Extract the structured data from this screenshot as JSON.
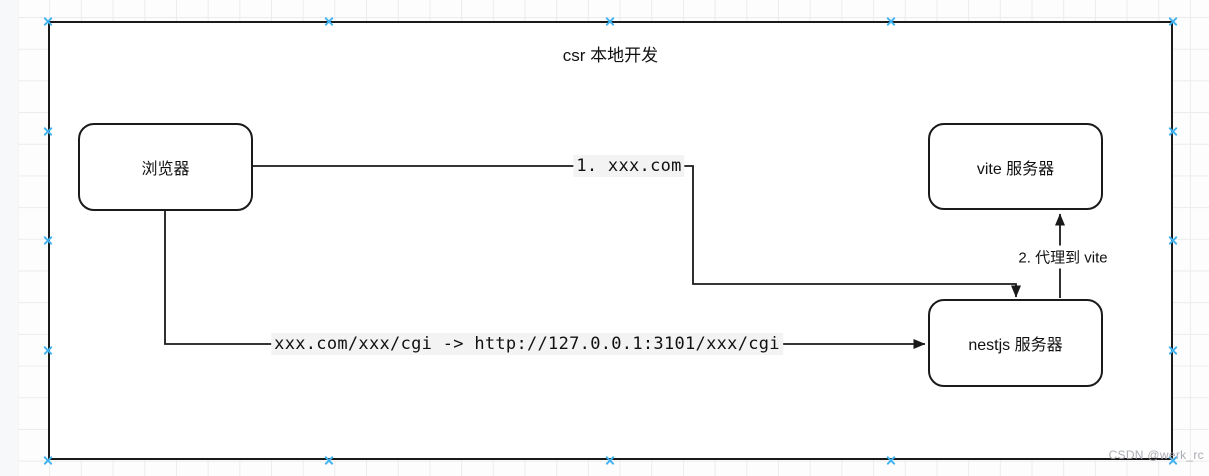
{
  "diagram": {
    "title": "csr 本地开发",
    "nodes": [
      {
        "id": "browser",
        "label": "浏览器"
      },
      {
        "id": "vite",
        "label": "vite 服务器"
      },
      {
        "id": "nestjs",
        "label": "nestjs 服务器"
      }
    ],
    "edges": [
      {
        "id": "request-domain",
        "from": "browser",
        "to": "nestjs",
        "label": "1. xxx.com"
      },
      {
        "id": "proxy-to-vite",
        "from": "nestjs",
        "to": "vite",
        "label": "2. 代理到 vite"
      },
      {
        "id": "cgi-rewrite",
        "from": "browser",
        "to": "nestjs",
        "label": "xxx.com/xxx/cgi -> http://127.0.0.1:3101/xxx/cgi"
      }
    ],
    "colors": {
      "stroke": "#1a1a1a",
      "node_fill": "#ffffff",
      "grid_line": "#ececec",
      "connection_point": "#41b3f0",
      "label_background": "#f3f3f3",
      "watermark": "#a0a3aa"
    }
  },
  "watermark": {
    "text": "CSDN @werk_rc"
  }
}
